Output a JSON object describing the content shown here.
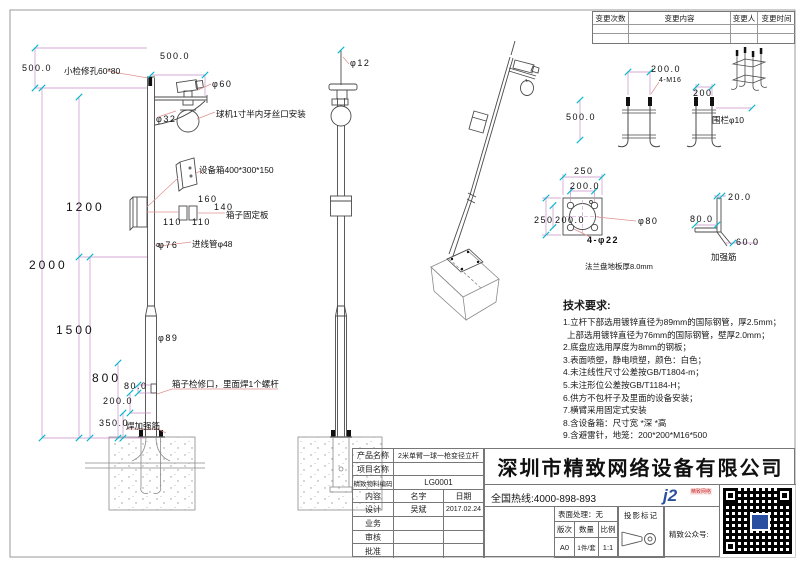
{
  "revision_table": {
    "headers": [
      "变更次数",
      "变更内容",
      "变更人",
      "变更时间"
    ],
    "rows": [
      [
        "",
        "",
        "",
        ""
      ],
      [
        "",
        "",
        "",
        ""
      ]
    ]
  },
  "front_view": {
    "dim_top_left": "500.0",
    "access_hole_label": "小检修孔60*80",
    "dim_arm": "500.0",
    "dia_arm": "φ60",
    "dome_label": "球机1寸半内牙丝口安装",
    "dia_gusset": "φ32",
    "equipment_box_label": "设备箱400*300*150",
    "dim_plate_width": "160",
    "dim_plate_height": "140",
    "plate_label": "箱子固定板",
    "dim_plate_left": "110",
    "dim_plate_right": "110",
    "dia_upper_pole": "φ76",
    "inlet_pipe_label": "进线管φ48",
    "dim_1200": "1200",
    "dim_2000": "2000",
    "dim_1500": "1500",
    "dia_lower_pole": "φ89",
    "dim_800": "800",
    "dim_80": "80.0",
    "dim_200": "200.0",
    "access_port_label": "箱子检修口，里面焊1个螺杆",
    "dim_350": "350.0",
    "weld_rib_label": "焊加强筋"
  },
  "side_view": {
    "dia_rod": "φ12"
  },
  "flange_detail": {
    "dim_500": "500.0",
    "dim_250_h": "250",
    "dim_200_h": "200.0",
    "dim_250_v": "250",
    "dim_200_v": "200.0",
    "dia_80": "φ80",
    "holes_label": "4-φ22",
    "plate_label": "法兰盘地板厚8.0mm"
  },
  "anchor_details": {
    "cage1_dim": "200.0",
    "cage1_label": "4-M16",
    "cage2_dim": "200",
    "cage2_label": "围栏φ10"
  },
  "rib_detail": {
    "dim_20": "20.0",
    "dim_80": "80.0",
    "dim_60": "60.0",
    "label": "加强筋"
  },
  "tech_requirements": {
    "title": "技术要求:",
    "lines": [
      "1.立杆下部选用镀锌直径为89mm的国际钢管，厚2.5mm；",
      "上部选用镀锌直径为76mm的国际钢管，壁厚2.0mm；",
      "2.底盘应选用厚度为8mm的钢板；",
      "3.表面喷塑，静电喷塑，颜色：白色；",
      "4.未注线性尺寸公差按GB/T1804-m；",
      "5.未注形位公差按GB/T1184-H；",
      "6.供方不包杆子及里面的设备安装；",
      "7.横臂采用固定式安装",
      "8.含设备箱：尺寸宽  *深  *高",
      "9.含避雷针，地笼：200*200*M16*500"
    ]
  },
  "title_block": {
    "product_name_label": "产品名称",
    "product_name": "2米单臂一球一枪变径立杆",
    "project_name_label": "项目名称",
    "project_name": "",
    "material_code_label": "精致物料编码",
    "material_code": "LG0001",
    "content_label": "内容",
    "name_label": "名字",
    "date_label": "日期",
    "design_label": "设计",
    "designer": "吴斌",
    "design_date": "2017.02.24",
    "business_label": "业务",
    "review_label": "审核",
    "approve_label": "批准",
    "company_name": "深圳市精致网络设备有限公司",
    "hotline": "全国热线:4000-898-893",
    "surface_label": "表面处理：",
    "surface_value": "无",
    "projection_label": "投影标记",
    "version_label": "版次",
    "qty_label": "数量",
    "scale_label": "比例",
    "version": "A0",
    "qty": "1件/套",
    "scale": "1:1",
    "wechat_label": "精致公众号:",
    "logo_text": "j2",
    "logo_tagline": "精致网络"
  },
  "colors": {
    "dimension_line": "#c98fc9",
    "tick": "#00b8cc",
    "leader": "#e09090",
    "geometry": "#4a4a4a",
    "logo_blue": "#2b4fa0",
    "logo_red": "#cc2222"
  }
}
